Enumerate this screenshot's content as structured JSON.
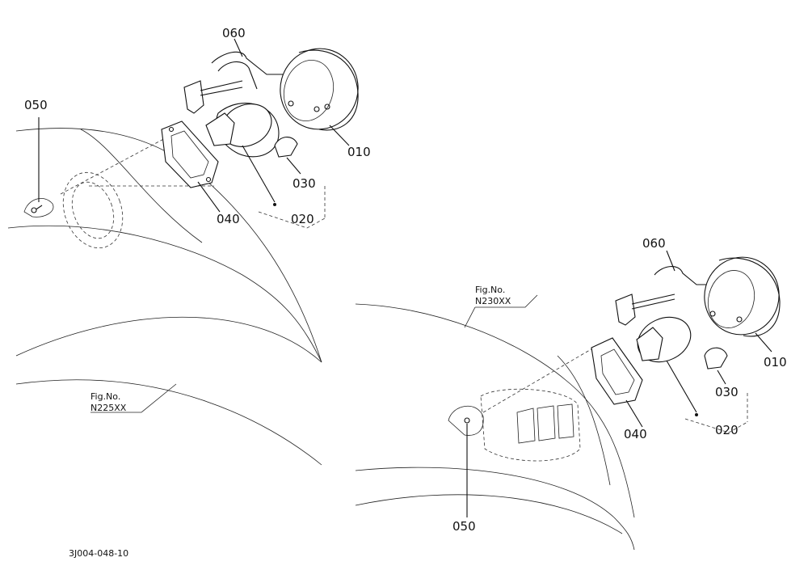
{
  "figures": [
    {
      "fig_label": "Fig.No.",
      "fig_number": "N225XX",
      "parts": [
        "060",
        "050",
        "010",
        "030",
        "040",
        "020"
      ]
    },
    {
      "fig_label": "Fig.No.",
      "fig_number": "N230XX",
      "parts": [
        "060",
        "010",
        "030",
        "040",
        "020",
        "050"
      ]
    }
  ],
  "drawing_code": "3J004-048-10"
}
